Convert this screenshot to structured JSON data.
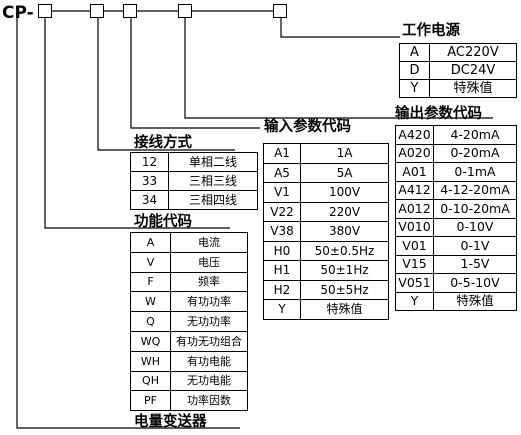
{
  "code": {
    "prefix": "CP-"
  },
  "power_supply": {
    "title": "工作电源",
    "rows": [
      [
        "A",
        "AC220V"
      ],
      [
        "D",
        "DC24V"
      ],
      [
        "Y",
        "特殊值"
      ]
    ]
  },
  "output_params": {
    "title": "输出参数代码",
    "rows": [
      [
        "A420",
        "4-20mA"
      ],
      [
        "A020",
        "0-20mA"
      ],
      [
        "A01",
        "0-1mA"
      ],
      [
        "A412",
        "4-12-20mA"
      ],
      [
        "A012",
        "0-10-20mA"
      ],
      [
        "V010",
        "0-10V"
      ],
      [
        "V01",
        "0-1V"
      ],
      [
        "V15",
        "1-5V"
      ],
      [
        "V051",
        "0-5-10V"
      ],
      [
        "Y",
        "特殊值"
      ]
    ]
  },
  "input_params": {
    "title": "输入参数代码",
    "rows": [
      [
        "A1",
        "1A"
      ],
      [
        "A5",
        "5A"
      ],
      [
        "V1",
        "100V"
      ],
      [
        "V22",
        "220V"
      ],
      [
        "V38",
        "380V"
      ],
      [
        "H0",
        "50±0.5Hz"
      ],
      [
        "H1",
        "50±1Hz"
      ],
      [
        "H2",
        "50±5Hz"
      ],
      [
        "Y",
        "特殊值"
      ]
    ]
  },
  "wiring": {
    "title": "接线方式",
    "rows": [
      [
        "12",
        "单相二线"
      ],
      [
        "33",
        "三相三线"
      ],
      [
        "34",
        "三相四线"
      ]
    ]
  },
  "function_code": {
    "title": "功能代码",
    "rows": [
      [
        "A",
        "电流"
      ],
      [
        "V",
        "电压"
      ],
      [
        "F",
        "频率"
      ],
      [
        "W",
        "有功功率"
      ],
      [
        "Q",
        "无功功率"
      ],
      [
        "WQ",
        "有功无功组合"
      ],
      [
        "WH",
        "有功电能"
      ],
      [
        "QH",
        "无功电能"
      ],
      [
        "PF",
        "功率因数"
      ]
    ]
  },
  "product": {
    "title": "电量变送器"
  }
}
